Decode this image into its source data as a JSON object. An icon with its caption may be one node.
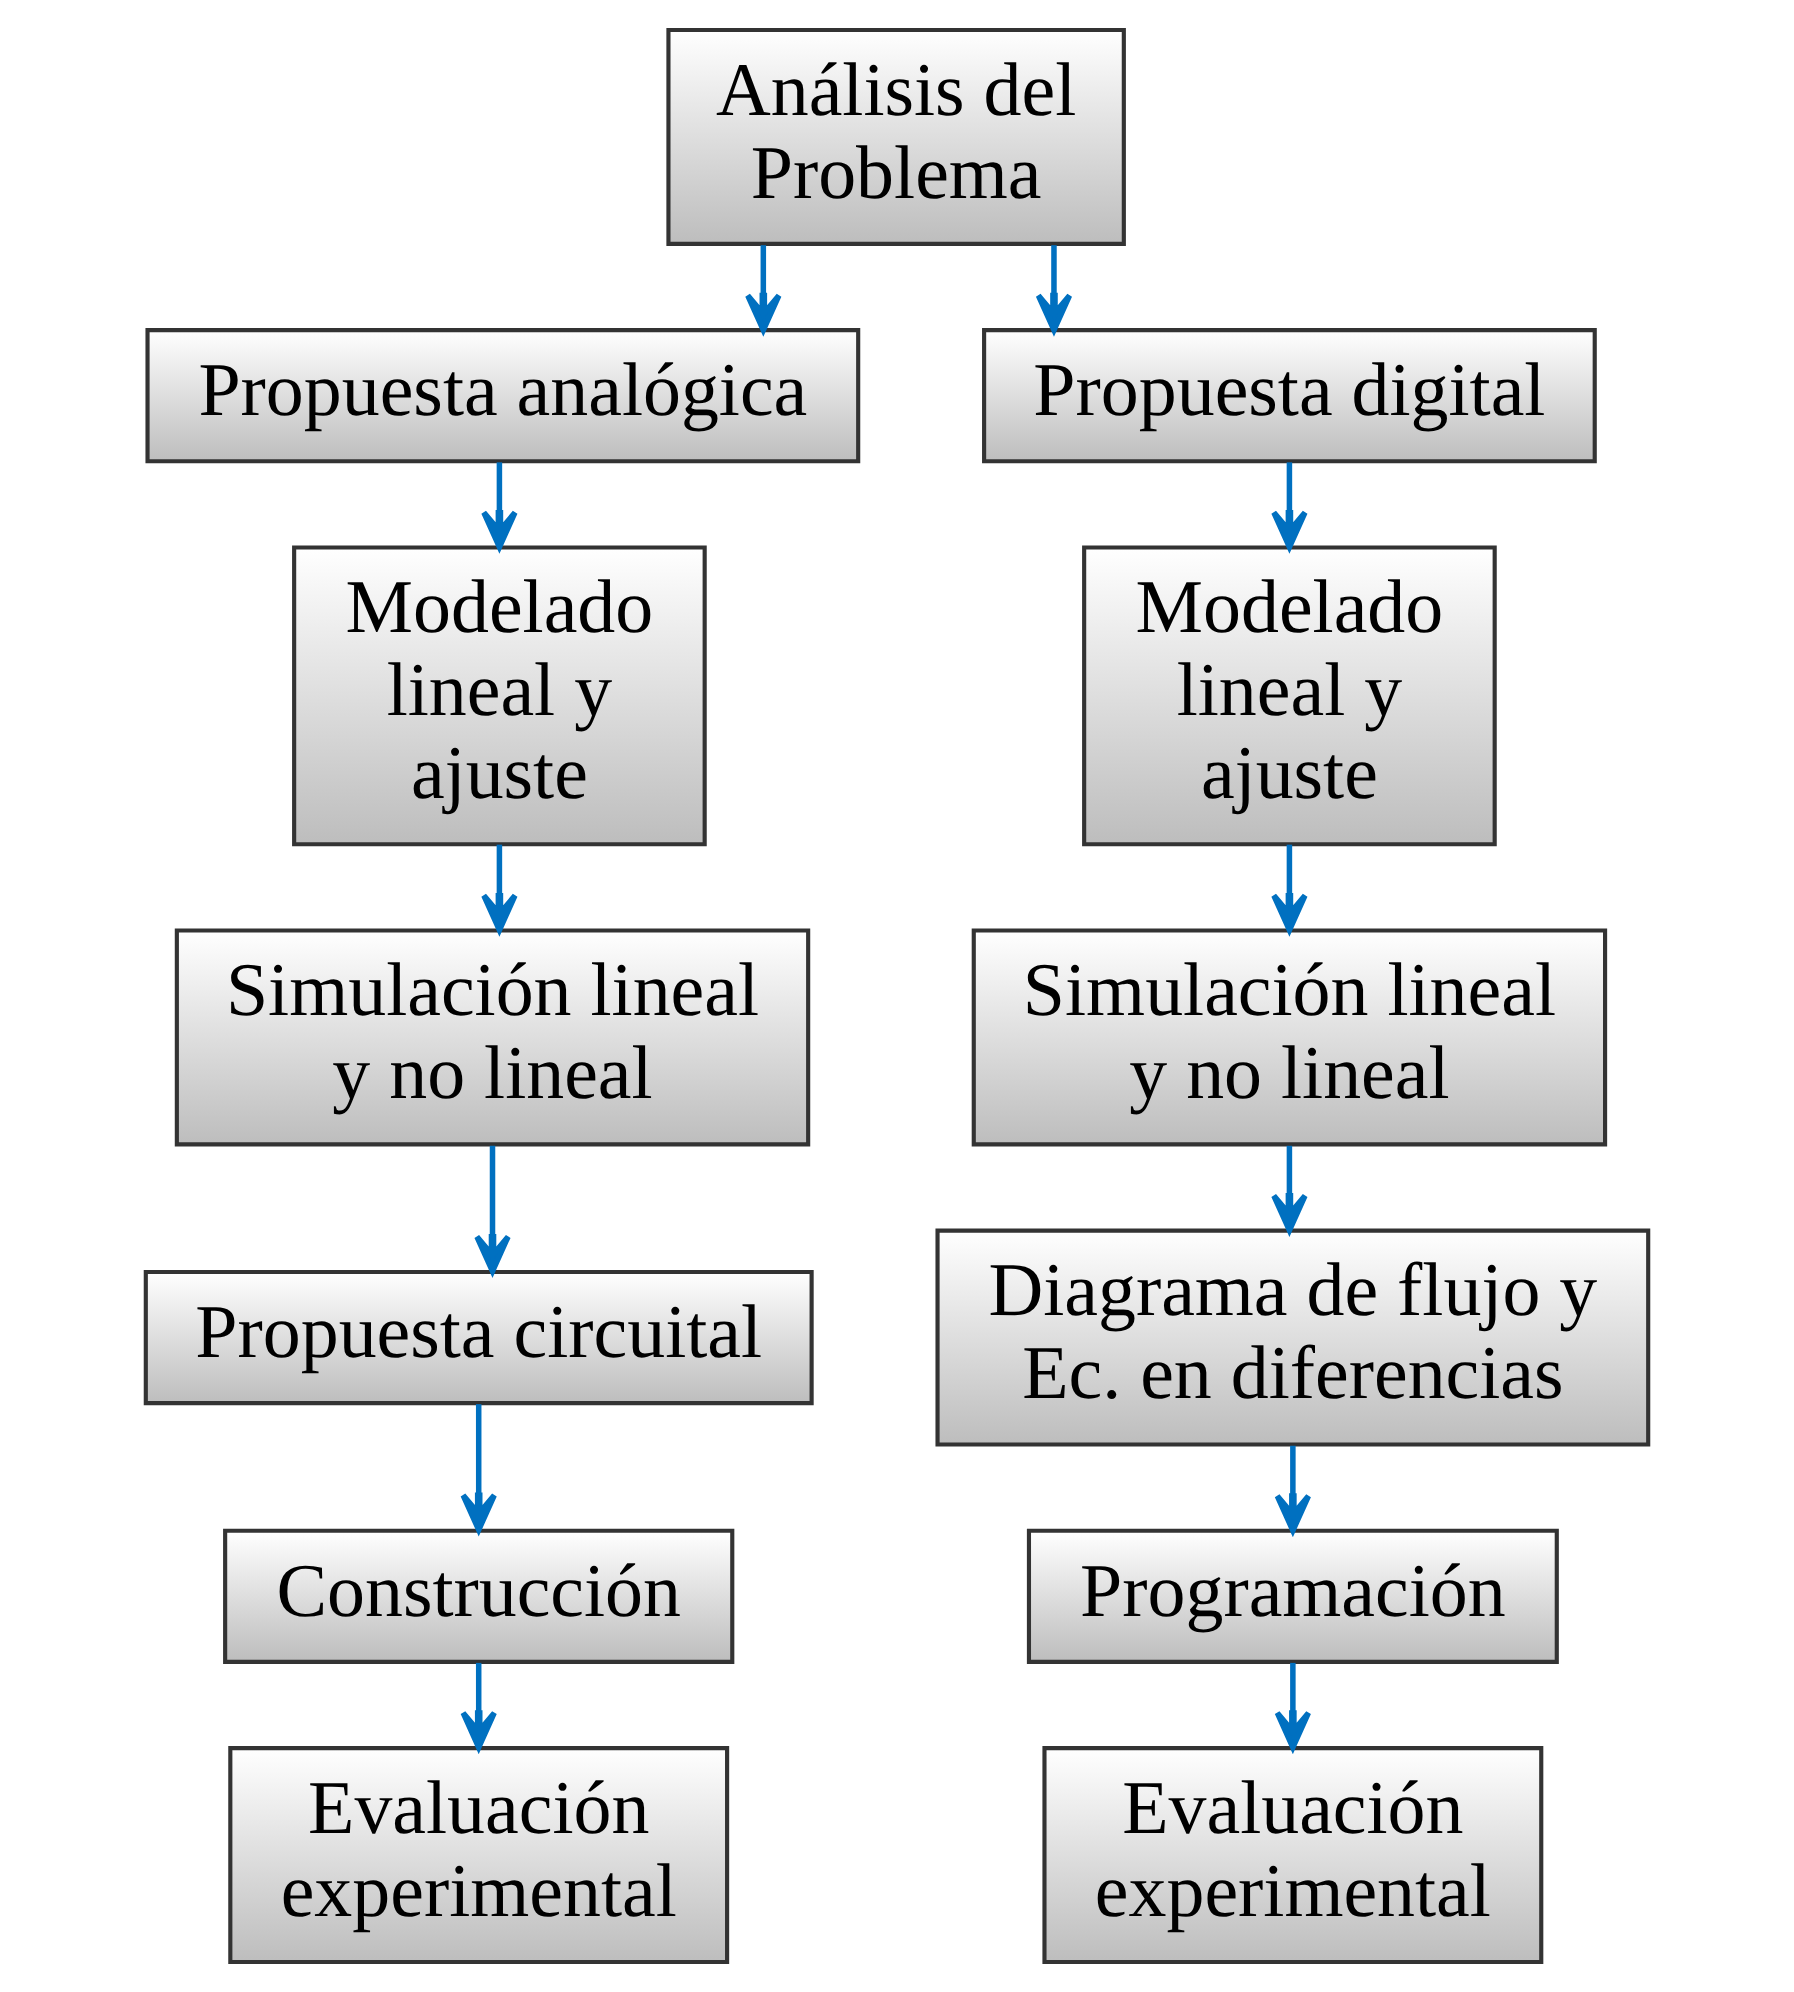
{
  "diagram": {
    "nodes": [
      {
        "text": [
          "Análisis del Problema"
        ]
      },
      {
        "text": [
          "Propuesta analógica"
        ]
      },
      {
        "text": [
          "Propuesta digital"
        ]
      },
      {
        "text": [
          "Modelado lineal y ajuste"
        ]
      },
      {
        "text": [
          "Simulación lineal y no lineal"
        ]
      },
      {
        "text": [
          "Propuesta circuital"
        ]
      },
      {
        "text": [
          "Construcción"
        ]
      },
      {
        "text": [
          "Evaluación experimental"
        ]
      },
      {
        "text": [
          "Modelado lineal y ajuste"
        ]
      },
      {
        "text": [
          "Simulación lineal y no lineal"
        ]
      },
      {
        "text": [
          "Diagrama de flujo y Ec. en diferencias"
        ]
      },
      {
        "text": [
          "Programación"
        ]
      },
      {
        "text": [
          "Evaluación experimental"
        ]
      }
    ],
    "edges": [
      {
        "from": 0,
        "to": 1,
        "arrow": "to"
      },
      {
        "from": 0,
        "to": 2,
        "arrow": "to"
      },
      {
        "from": 1,
        "to": 3,
        "arrow": "to"
      },
      {
        "from": 3,
        "to": 4,
        "arrow": "to"
      },
      {
        "from": 4,
        "to": 5,
        "arrow": "to"
      },
      {
        "from": 5,
        "to": 6,
        "arrow": "to"
      },
      {
        "from": 6,
        "to": 7,
        "arrow": "to"
      },
      {
        "from": 2,
        "to": 8,
        "arrow": "to"
      },
      {
        "from": 8,
        "to": 9,
        "arrow": "to"
      },
      {
        "from": 9,
        "to": 10,
        "arrow": "to"
      },
      {
        "from": 10,
        "to": 11,
        "arrow": "to"
      },
      {
        "from": 11,
        "to": 12,
        "arrow": "to"
      }
    ]
  }
}
